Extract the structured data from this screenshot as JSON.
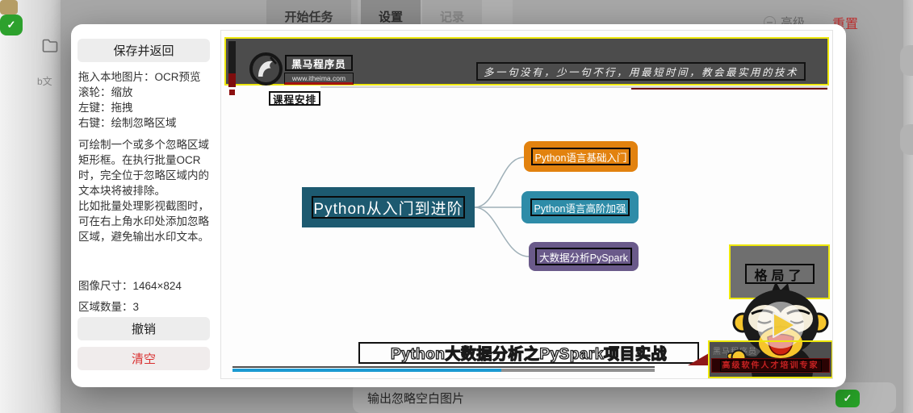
{
  "background": {
    "start_task": "开始任务",
    "tab_settings": "设置",
    "tab_records": "记录",
    "advanced": "高级",
    "reset": "重置",
    "file_text": "b文",
    "output_skip_blank": "输出忽略空白图片",
    "check_glyph": "✓"
  },
  "panel": {
    "save_return": "保存并返回",
    "hint_drag": "拖入本地图片：OCR预览",
    "hint_wheel": "滚轮：缩放",
    "hint_left": "左键：拖拽",
    "hint_right": "右键：绘制忽略区域",
    "description": "可绘制一个或多个忽略区域矩形框。在执行批量OCR时，完全位于忽略区域内的文本块将被排除。\n比如批量处理影视截图时，可在右上角水印处添加忽略区域，避免输出水印文本。",
    "image_size_label": "图像尺寸：",
    "image_size": "1464×824",
    "region_count_label": "区域数量：",
    "region_count": "3",
    "undo": "撤销",
    "clear": "清空"
  },
  "preview": {
    "brand": "黑马程序员",
    "brand_url": "www.itheima.com",
    "slogan": "多一句没有，少一句不行，用最短时间，教会最实用的技术",
    "section_label": "课程安排",
    "mindmap_root": "Python从入门到进阶",
    "mindmap_children": [
      {
        "label": "Python语言基础入门"
      },
      {
        "label": "Python语言高阶加强"
      },
      {
        "label": "大数据分析PySpark"
      }
    ],
    "sticker": "格局了",
    "watermark": "黑马程序员",
    "title": "Python大数据分析之PySpark项目实战",
    "banner": "高级软件人才培训专家"
  },
  "colors": {
    "ignore_border": "#ede70b",
    "root_node": "#1d5a70",
    "child_basic": "#e2820f",
    "child_advanced": "#2e8ca8",
    "child_pyspark": "#6a5a8a",
    "progress_blue": "#1b9ad2",
    "toggle_green": "#28a428",
    "reset_red": "#c03030"
  }
}
